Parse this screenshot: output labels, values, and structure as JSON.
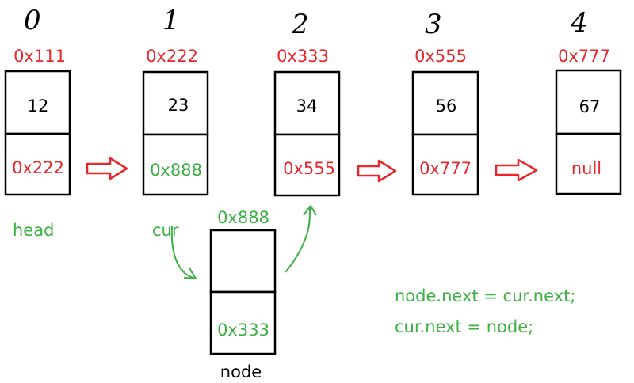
{
  "colors": {
    "red": "#e8262b",
    "green": "#3cb043",
    "black": "#000000"
  },
  "nodes": [
    {
      "index": "0",
      "address": "0x111",
      "value": "12",
      "next": "0x222",
      "next_color": "#e8262b"
    },
    {
      "index": "1",
      "address": "0x222",
      "value": "23",
      "next": "0x888",
      "next_color": "#3cb043"
    },
    {
      "index": "2",
      "address": "0x333",
      "value": "34",
      "next": "0x555",
      "next_color": "#e8262b"
    },
    {
      "index": "3",
      "address": "0x555",
      "value": "56",
      "next": "0x777",
      "next_color": "#e8262b"
    },
    {
      "index": "4",
      "address": "0x777",
      "value": "67",
      "next": "null",
      "next_color": "#e8262b"
    }
  ],
  "new_node": {
    "address": "0x888",
    "value": "",
    "next": "0x333",
    "label": "node"
  },
  "labels": {
    "head": "head",
    "cur": "cur"
  },
  "code": [
    "node.next = cur.next;",
    "cur.next = node;"
  ]
}
